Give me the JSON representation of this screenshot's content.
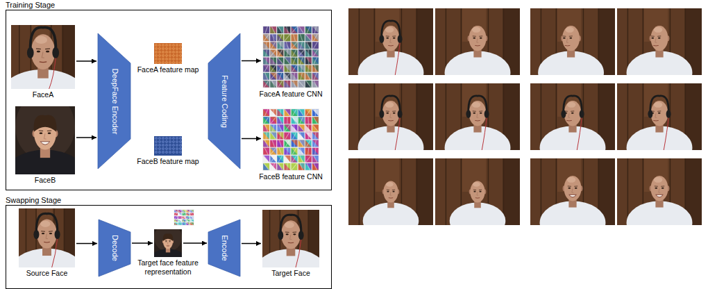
{
  "diagram": {
    "nodes": [
      {
        "text": [
          "Training Stage"
        ]
      },
      {
        "text": [
          "FaceA"
        ],
        "in": 0
      },
      {
        "text": [
          "FaceB"
        ],
        "in": 0
      },
      {
        "text": [
          "DeepFace Encoder"
        ],
        "in": 0
      },
      {
        "text": [
          "FaceA feature map"
        ],
        "in": 0
      },
      {
        "text": [
          "FaceB feature map"
        ],
        "in": 0
      },
      {
        "text": [
          "Feature Coding"
        ],
        "in": 0
      },
      {
        "text": [
          "FaceA feature CNN"
        ],
        "in": 0
      },
      {
        "text": [
          "FaceB feature CNN"
        ],
        "in": 0
      },
      {
        "text": [
          "Swapping Stage"
        ]
      },
      {
        "text": [
          "Source Face"
        ],
        "in": 9
      },
      {
        "text": [
          "Decode"
        ],
        "in": 9
      },
      {
        "text": [
          "Target face feature representation"
        ],
        "in": 9
      },
      {
        "text": [
          "Encode"
        ],
        "in": 9
      },
      {
        "text": [
          "Target Face"
        ],
        "in": 9
      }
    ],
    "edges": [
      {
        "from": 1,
        "to": 3,
        "arrow": "to"
      },
      {
        "from": 2,
        "to": 3,
        "arrow": "to"
      },
      {
        "from": 6,
        "to": 7,
        "arrow": "to"
      },
      {
        "from": 6,
        "to": 8,
        "arrow": "to"
      },
      {
        "from": 10,
        "to": 11,
        "arrow": "to"
      },
      {
        "from": 11,
        "to": 12,
        "arrow": "to"
      },
      {
        "from": 12,
        "to": 13,
        "arrow": "to"
      },
      {
        "from": 13,
        "to": 14,
        "arrow": "to"
      }
    ]
  }
}
